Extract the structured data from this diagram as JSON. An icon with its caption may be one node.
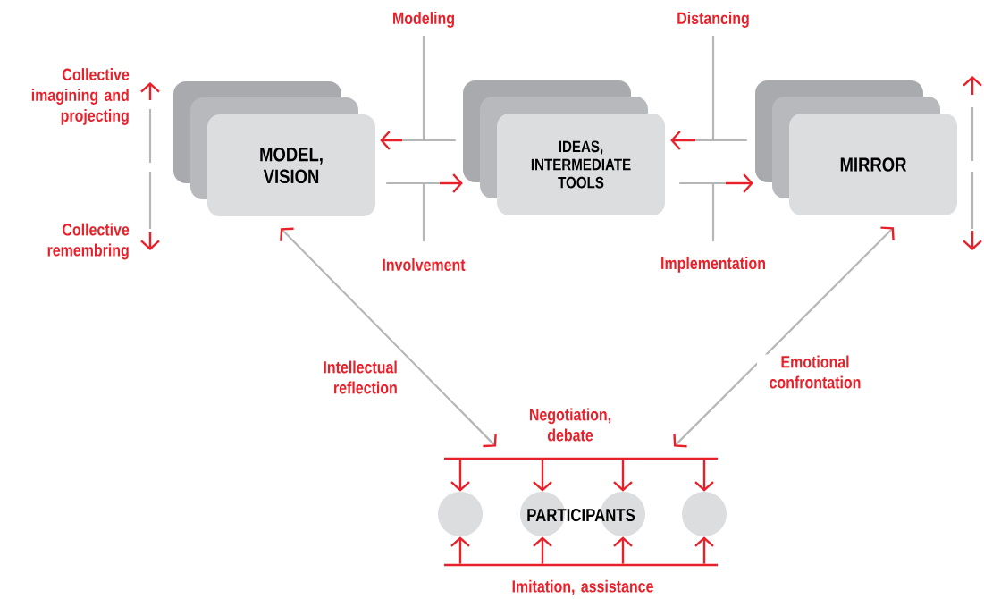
{
  "diagram": {
    "nodes": [
      {
        "text": [
          "MODEL, VISION"
        ]
      },
      {
        "text": [
          "IDEAS, INTERMEDIATE TOOLS"
        ]
      },
      {
        "text": [
          "MIRROR"
        ]
      },
      {
        "text": [],
        "shape": "bar",
        "beside": [
          "Negotiation, debate"
        ]
      },
      {
        "text": [
          "PARTICIPANTS"
        ]
      },
      {
        "text": [],
        "shape": "circle"
      },
      {
        "text": [],
        "shape": "circle"
      },
      {
        "text": [],
        "shape": "circle"
      },
      {
        "text": [],
        "shape": "circle"
      },
      {
        "text": [],
        "shape": "bar",
        "beside": [
          "Imitation, assistance"
        ]
      }
    ],
    "edges": [
      {
        "from": 1,
        "to": 0,
        "arrow": "to",
        "label": "Modeling",
        "color": "#b5b6b8"
      },
      {
        "from": 0,
        "to": 1,
        "arrow": "to",
        "label": "Involvement",
        "color": "#b5b6b8"
      },
      {
        "from": 2,
        "to": 1,
        "arrow": "to",
        "label": "Distancing",
        "color": "#b5b6b8"
      },
      {
        "from": 1,
        "to": 2,
        "arrow": "to",
        "label": "Implementation",
        "color": "#b5b6b8"
      },
      {
        "from": 0,
        "to": 3,
        "arrow": "both",
        "label": "Intellectual reflection",
        "color": "#b5b6b8"
      },
      {
        "from": 2,
        "to": 3,
        "arrow": "both",
        "label": "Emotional confrontation",
        "color": "#b5b6b8"
      },
      {
        "from": 3,
        "to": 5,
        "arrow": "to"
      },
      {
        "from": 3,
        "to": 6,
        "arrow": "to"
      },
      {
        "from": 3,
        "to": 7,
        "arrow": "to"
      },
      {
        "from": 3,
        "to": 8,
        "arrow": "to"
      },
      {
        "from": 9,
        "to": 5,
        "arrow": "to"
      },
      {
        "from": 9,
        "to": 6,
        "arrow": "to"
      },
      {
        "from": 9,
        "to": 7,
        "arrow": "to"
      },
      {
        "from": 9,
        "to": 8,
        "arrow": "to"
      }
    ],
    "labels": [
      "Collective imagining and projecting",
      "Collective remembring"
    ]
  }
}
